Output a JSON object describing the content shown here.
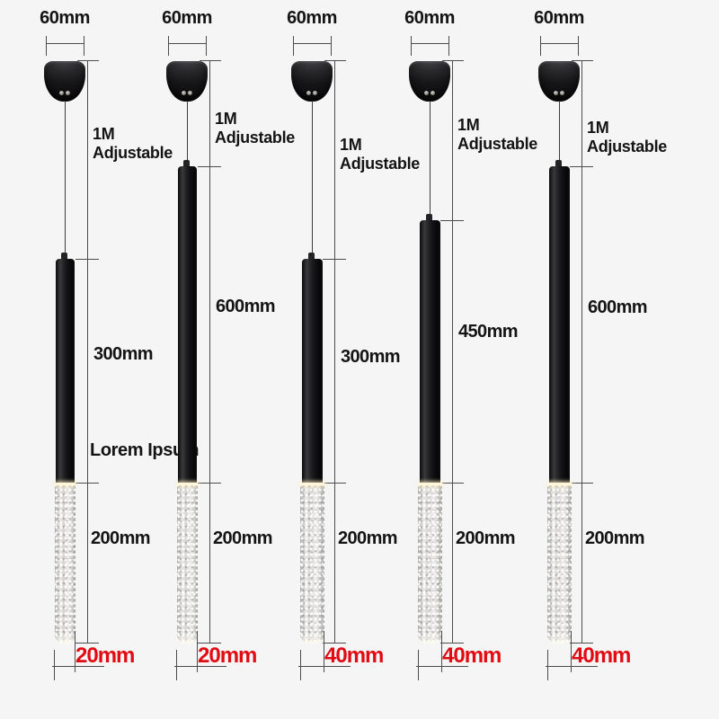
{
  "colors": {
    "background": "#f5f5f6",
    "dimension_text": "#141414",
    "diameter_text": "#e10b12",
    "line": "#4d4d4d",
    "fixture_black": "#141416",
    "diffuser_base": "#d9d8d5"
  },
  "lamps": [
    {
      "canopy_width_label": "60mm",
      "cable_label_line1": "1M",
      "cable_label_line2": "Adjustable",
      "tube_length_label": "300mm",
      "diffuser_length_label": "200mm",
      "diameter_label": "20mm",
      "note_label": "Lorem Ipsum"
    },
    {
      "canopy_width_label": "60mm",
      "cable_label_line1": "1M",
      "cable_label_line2": "Adjustable",
      "tube_length_label": "600mm",
      "diffuser_length_label": "200mm",
      "diameter_label": "20mm"
    },
    {
      "canopy_width_label": "60mm",
      "cable_label_line1": "1M",
      "cable_label_line2": "Adjustable",
      "tube_length_label": "300mm",
      "diffuser_length_label": "200mm",
      "diameter_label": "40mm"
    },
    {
      "canopy_width_label": "60mm",
      "cable_label_line1": "1M",
      "cable_label_line2": "Adjustable",
      "tube_length_label": "450mm",
      "diffuser_length_label": "200mm",
      "diameter_label": "40mm"
    },
    {
      "canopy_width_label": "60mm",
      "cable_label_line1": "1M",
      "cable_label_line2": "Adjustable",
      "tube_length_label": "600mm",
      "diffuser_length_label": "200mm",
      "diameter_label": "40mm"
    }
  ]
}
